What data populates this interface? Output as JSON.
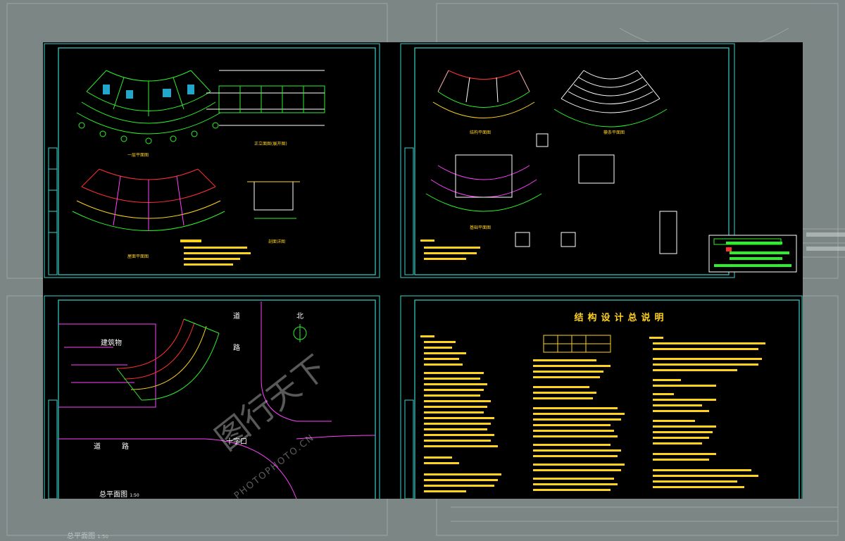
{
  "colors": {
    "frame_cyan": "#39d2cc",
    "line_green": "#2cf02c",
    "line_red": "#ff3030",
    "line_magenta": "#ff40ff",
    "line_yellow": "#ffd21e",
    "line_white": "#ffffff",
    "background": "#7c8685",
    "sheet": "#000000"
  },
  "sheets": {
    "site_plan": {
      "building_label": "建筑物",
      "road_label_1": "道",
      "road_label_2": "路",
      "road_label_left_1": "道",
      "road_label_left_2": "路",
      "crossing_label": "十字口",
      "north_label": "北",
      "plan_title": "总平面图",
      "plan_scale": "1:50"
    },
    "structure_notes": {
      "title": "结构设计总说明"
    },
    "background_plan_title": "总平面图",
    "background_plan_scale": "1:50"
  },
  "watermark": {
    "brand_cn": "图行天下",
    "brand_en": "PHOTOPHOTO.CN"
  }
}
